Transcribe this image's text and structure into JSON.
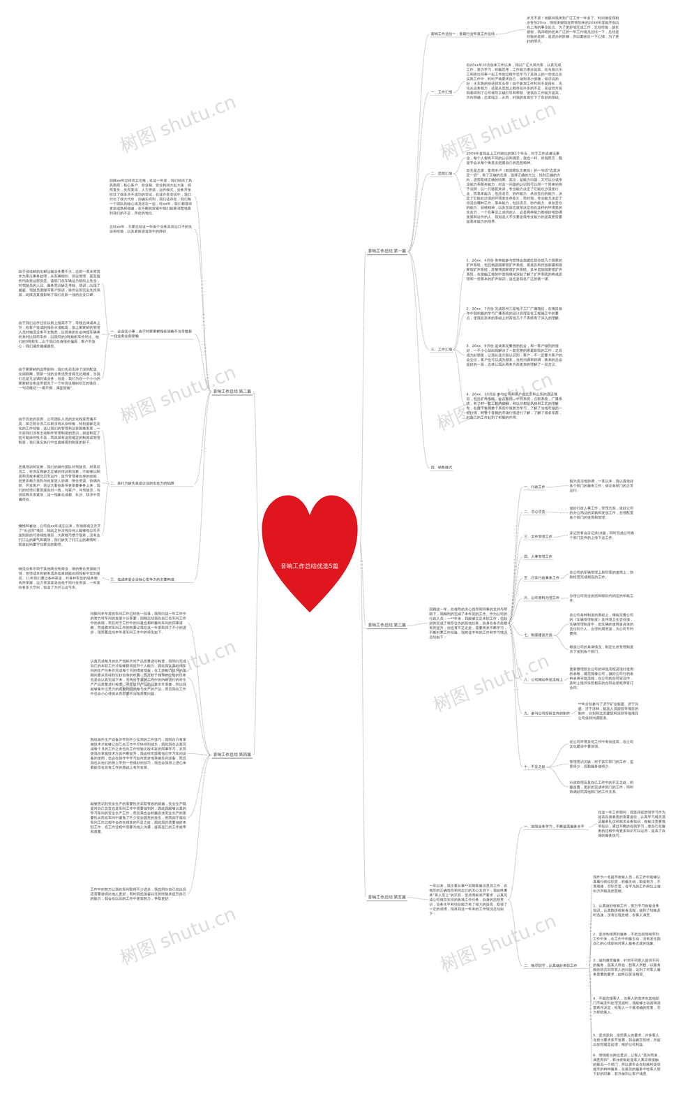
{
  "diagram": {
    "nodes": [
      {
        "text": [
          "音响工作总结优选5篇"
        ]
      },
      {
        "text": [
          "音响工作总结 第一篇"
        ]
      },
      {
        "text": [
          "音响工作总结一：音箱行业年度工作总结"
        ]
      },
      {
        "text": [
          "岁月不居！转眼间我来到广辽工作一年多了。时间催促我初步告别20xx，憧憬美丽我在即将到来的20XX年里能开创出在上海的事业起点。为了更好地完成工作，总结经验，扬长避短，我详细的把来广辽的一年工作情况总结一下，总结是经验的老师，是进步的阶梯，所以要收拾一下心情，为了更好的明天。"
        ]
      },
      {
        "text": [
          "一、工作汇报"
        ]
      },
      {
        "text": [
          "自20xx年10月份来工作以来，我以广辽大局为重，认真完成工作，努力学习，积极思考，工作能力逐步提高。在与展示王工和路仕同事一起工作的过程中也学习了其身上的一些优点在实践工作中，时时严格要求自己，做到谨小慎微，俗话说的好：火车跑的快还得车头带！由于参加工作时间不是很长，无论从业务能力，还是从思想上都存在许多的不足，在这些方面我都得到了公司领导正确引导和帮助，使我在工作能力提高，方向明确，态度端正，从而，对我的发展打下了良好的基础。"
        ]
      },
      {
        "text": [
          "二、思想汇报"
        ]
      },
      {
        "text": [
          "20XX年是我走上工作岗位的第1个年头，对于工作或者说事业，每个人都有不同的认识和感受，我也一样。对我而言，既是学会从每个角度去把握自己的思想精神。"
        ]
      },
      {
        "text": [
          "首先是态度，套用米卢（前国家队主教练）的一句话“态度决定一切”，有了正确的态度，选择正确的方法，找到正确的方向，进而取得正确的结果。其次，是能力问题，又可以分成专业能力和基本能力，对这一问题的认识我可以用一个简单的例子说明：以一只骆驼来讲，专业能力决定了它能在沙漠里行走，而基本能力，包括语言、协作能力、承担责任的能力，决定了它能在沙漠的环境里生存多久，而对我，专业能力决定了你适合哪种工作，基本能力，包括语言、协作能力、承担责任的能力、容错精神，以及宽容态度等决定你在这样的环境里的生命力，一个在事业上成功的人，必是两种能力都很好地协调发展和运作的人。我知道人不仅要提我专业能力的提高更应要提基本能力的培养。"
        ]
      },
      {
        "text": [
          "三、工作汇报"
        ]
      },
      {
        "text": [
          "1、20xx、4月份 有幸能参与世博会加建红联合馆几个国家的扩声系统，包括精选国家馆扩声系统、基座及和控放新疆和国家馆扩声系统，苏黎博国家馆扩声系统、多米尼加国家馆扩声系统，在接触工程的中使我领域深刻了解了扩声系统的构成原理和一些基本的扩声知识，这也是我在广辽的第一课。"
        ]
      },
      {
        "text": [
          "2、20xx、7月份 完成苏州三星电子工厂广播项目，在项目操作中我积极的学习广播系统的设计原理及在工程施工中的要点，使我在原来的基础上对其他几个子系统有了深入的理解。"
        ]
      },
      {
        "text": [
          "3、20xx、9月份 追谈浆泥餐例的机会，和一客户做到的很好，一不小心就由我解决了一套完整的家庭影院的工作，之后成为好朋友，让我从这方面认识到，客户，不一定要大客户的会交往，客户也可以成为朋友，当然沟通和协调，换来的总会是好的一面，总体让我从商务方面更加的理解了一层含义。"
        ]
      },
      {
        "text": [
          "4、20xx、10月份 参与公司和客户在北京和山东的酒店项目，包括扩声系统，会议系统，中控系统，点歌系统，广播系统，有了对一套工程的接触，和以往都是风格和工艺的理解中，在接下来的整个系统中我努力学习，了解了当地市场的一些行情，对整个音频的市场行情进行了解，了解了很多东西，对自己的工作起到了积极的作用。"
        ]
      },
      {
        "text": [
          "四、销售模式"
        ]
      },
      {
        "text": [
          "音响工作总结 第二篇"
        ]
      },
      {
        "text": [
          "回顾xx年过得充实无悔，在这一年里，我们经历了风风雨雨，核心客户、营业额、营业利润大起大落，得而复失，失而复得，人力资源，运作模式，业务开发经过了很多并不成功的尝试，在这许多尝试中，我们付出了很大代价，但确实得到，我们还存在，我们每一个团队的核心成员还在一起，经xx年，我们都显得更加成熟和稳健，在不断的探索中我们能更清楚地看到我们的不足，所处的地位。"
        ]
      },
      {
        "text": [
          "总结xx年，主要总结这一年各个业务及营运口子的失误和经验，以及避前进道路中的障碍。"
        ]
      },
      {
        "text": [
          "一、企业无小事，由于对家家鲜报价策略不当导致新一佳业务全面皆输"
        ]
      },
      {
        "text": [
          "由于佳佳鲜的生鲜运输业务量不大，总部一直未将其作为重点事务处理，从车辆组织、营运管理、甚至报价均由营运部负责。该部门在车辆运力组织上失当，对驾驶员的人品、服务意识缺乏考核、培训，出现了被盗、驾驶员测报等客户投诉，操作运营完全失控局面，此情况直接影响了我们在新一佳的企业口碑。"
        ]
      },
      {
        "text": [
          "由于我们运作过往以前上报高不下，导致总体成本上升，给客户造成的报价水涨船高，加上家家鲜的管理人员对物流业务不太熟悉，以简单的社会询报车辆单价来对比我司车价，以我司的3吨厢柜车价对比，他们的3吨柜车，出于我们自身报价偏高，客户不放心，我们减价越减越价。"
        ]
      },
      {
        "text": [
          "由于家家鲜的连带影响，我们先后丢掉了深圳配送、全国联网，而新一佳的业务优势变得无比艰难，当我们总是无法调到该业务，但是，我们为在一个小小的家家鲜业务连带损失了一个年营业额800万的项目，一句话概括“一着不慎，满盘皆输”。"
        ]
      },
      {
        "text": [
          "二、执行力缺失就是企业的生命力的陷阱"
        ]
      },
      {
        "text": [
          "由于历史的原因，公司团队人员的文化程度普遍不高，加之部分员工以前没有从业经验，特别是缺乏文化的工作经验，这让我们的管理和运营困难重重，一方面我们没有主动制作管理制度的意识，就是制定了也可能操作性不高，而就算有这些规定的制度或管理制度，我们落实执行中也很难看到制度的影子。"
        ]
      },
      {
        "text": [
          "忽视培训和宣教，我们的操作团队对驾驶员、对基层员工，对供应商缺乏足够的培训和宣教，不能够以制度和流程来规范日常运作，提升管理者自身的效能，把更多精力放到与收发货人协调、整合资源、协调内部、开发客户、营运方案创新等更重要事务上来，我们的经理们要直接面对一线，与客户，与驾驶员，与供应商关系紧张，这一现象在成都、长沙、联洋中普遍存在。"
        ]
      },
      {
        "text": [
          "懒惰和被动，公司自xx年成立以来，市场部成立并开了“长沙库”项目，除此之外没有任何人能够给公司开发到新的可持续性项目，大家都习惯于现有，没有去打江山的豪气和紧张，我们缺失了打江山的豪情时，那就起码要守住家业的勤劳。"
        ]
      },
      {
        "text": [
          "三、低成本是企业核心竞争力的主要构成"
        ]
      },
      {
        "text": [
          "物流业务不同于其他商业性商业，谁的整合资源能力强，管理成本和财务成本低谁就能在招投标中笑到最后。11年我们遭过各种渠道，对各种车型的成本都有所掌握，运力资源渠道远低于同行业资源，一年里你有多大空间，知道了为什么会亏本。"
        ]
      },
      {
        "text": [
          "音响工作总结 第三篇"
        ]
      },
      {
        "text": [
          "回顾这一年，在领导的关心指导和同事的支持与帮助下，我顺利的完成了本年度的工作。作为公司的行政人员，一**年来，我能够立足本职工作，也较好的完成了领导交办的其他任务，自身在各方面都有所提升，但也有不足之处，需要将来不断学习，不断积累工作经验，现将这半年的工作和学习情况总结如下："
        ]
      },
      {
        "text": [
          "一、行政工作"
        ]
      },
      {
        "text": [
          "较为灵活地协调，一直以来，我认真做好各个部门的服务工作，保证各部门的正常运行。"
        ]
      },
      {
        "text": [
          "二、尽心尽责"
        ]
      },
      {
        "text": [
          "做好行政人事工作，管理方面，做好公司的办公用品的采购和发放工作，合理配置各个部门的使用和管理。"
        ]
      },
      {
        "text": [
          "三、文件管理工作"
        ]
      },
      {
        "text": [
          "采记所有会议记录18篇，同时完成公司各个部门文件的上传下达工作。"
        ]
      },
      {
        "text": [
          "四、人事管理工作"
        ]
      },
      {
        "text": [
          "五、日常行政事务工作"
        ]
      },
      {
        "text": [
          "在公司的车辆管理上和印章的使用上，协助经理完成相应的工作。"
        ]
      },
      {
        "text": [
          "六、公司资料办理工作"
        ]
      },
      {
        "text": [
          "办理公司营业执照和组织代码证的年检工作。"
        ]
      },
      {
        "text": [
          "七、制度建设方面"
        ]
      },
      {
        "text": [
          "在公司各种制度的基础上，继续完善公司的《车辆管理制度》及环境卫生责任项，车辆管理制度中，把车辆的使用落具体的责任到个人，合理利用资源，为公司节约费用。"
        ]
      },
      {
        "text": [
          "根据公司的具体情况，制定出差管理制度并下发到各个部门。"
        ]
      },
      {
        "text": [
          "八、公司网站申批流程上"
        ]
      },
      {
        "text": [
          "更新整理部分公司的审批流程及现行使用的表格，规范报修公司，做好公司行的各种表单审批流程，在公司的合同审议中，及时上报并按照相应的合同会签程序签订合同。"
        ]
      },
      {
        "text": [
          "九、参与公司投标文件的制作"
        ]
      },
      {
        "text": [
          "**年分别参与了济宁矿业集团、济宁兴盛、济宁凉林，能及人员固投等项目的制作，分别和北京建筑和深圳等地项目公司保持沟通联系。"
        ]
      },
      {
        "text": [
          "十、不足之处"
        ]
      },
      {
        "text": [
          "在公司环境美化工作中有待提高，在公司文化建设中要加强。"
        ]
      },
      {
        "text": [
          "管理意识欠缺，对于其它部门的工作，监督得少，后勤服务做得少。"
        ]
      },
      {
        "text": [
          "行政助理应是自己工作中的不足之处，积极改善，更好的完成本部门的工作，同时协调好同其他部门的工作关系。"
        ]
      },
      {
        "text": [
          "音响工作总结 第四篇"
        ]
      },
      {
        "text": [
          "转眼间本年度的车间工作已经告一段落，我明白这一年工作中的努力对车间的发展十分重要，回顾总结我在自己在车间工作中的表现，而且对于工作中的问题也都积极向车间的同事请教，凭借着对车间工作的热爱让我在这一年里取得了不小的进步，现简要总结本年度车间工作中的得失如下。"
        ]
      },
      {
        "text": [
          "认真完成每月的生产指标并对产品质量进行检查，我明白完成自己的本职工作才能够获得提升个人能力，因此我认真对待车间的生产任务并完成每个月的绩效指标，在工作能力提升的这期间要从而得到打好自身的积累，而且对于领导的交给的任务也是会认真完成下来，另外对于我的工作中的内容进行的对生产产品质量进行检查，毕竟提升产品的品质非常重要，所以我能够集中注意力的观察到我的每个生产的产品，而且我在工作中也会小心谨慎从而尽量不出现质量问题。"
        ]
      },
      {
        "text": [
          "熟练操作生产设备并学到不少实用的工作技巧，我明白只有掌握技术才能够让自己在工作中尽快得到成长，因此我在认真完成每个月的工作之余也向工作经验比较丰富的同事学习，从而使我在掌握技术方面不断提升，我会经常跟着他们学习车间设备的使用，也会在操作中学习如何更好地掌握车间设备，而且我也从他们的身上学到一些很好的技巧，我也会保持上进心来看能否在原有工作的基础上有所发展。"
        ]
      },
      {
        "text": [
          "能够意识到安全生产的重要性并采取有效的措施，安全生产既是对自己负责也是车间工作中需要做到的，因此我能够认真的学习车间的安全生产工作，而且我也会积极宣传安全生产的重要性从而在车间中避免了不少安全隐患的发生，然而由于我在车间工作过程中会存在很多的不足之处，因此我仍需要做好本职工作，在工作过程中需要与他人沟通，提高自己的工作效率和质量。"
        ]
      },
      {
        "text": [
          "工作中的努力让我在车间取得不少进步，我也明白自己在以后还需要做得比他人更好，有时我也借鉴以往的经验来提升自己的能力，我会在以后的工作中更加努力，争取更好。"
        ]
      },
      {
        "text": [
          "音响工作总结 第五篇"
        ]
      },
      {
        "text": [
          "一年以来，我主要从事**后期客服信息员工作，在领导的正确指导和同志们的关心支持下，我始终秉承“客人至上”的宗旨，坚持用标准严要求，认真完成公司领导安排的各项工作任务，自身的思想意识，业务水平和综合能力有了很大的提高，取得了一定的成绩，现将我这一年来的工作情况总结如下："
        ]
      },
      {
        "text": [
          "一、加强业务学习，不断提高服务水平"
        ]
      },
      {
        "text": [
          "在这一年工作期间，我坚持把加强学习作为提高自身素质的重要途径，认真学习相关酒店服务礼仪和相关业务知识，收银注意事项等知识，通过不断的自我学习，使自己在服务的过程中有更多知识可以运用，提高了自身的服务技巧。"
        ]
      },
      {
        "text": [
          "二、恪尽职守，认真做好本职工作"
        ]
      },
      {
        "text": [
          "我作为一名超市收银人员，在工作中能够认真履行岗位职责，积极主动，勤奋努力，不畏艰难，尽职尽责，在平凡的工作岗位上做出力所能及的贡献。"
        ]
      },
      {
        "text": [
          "1、认真做好收银工作，努力学习收银业务知识，认真熟练收银各流程，做到了结账及时迅速，没有出现差错，令客人满意。"
        ]
      },
      {
        "text": [
          "2、坚持热情周到服务，不把负面情绪带到工作中来，在工作中积极主动，没有发生因自己的心情影响对客人服务态度的现象。"
        ]
      },
      {
        "text": [
          "3、做到微笑服务，针对不同客人提供不同的服务，急客人所急，想客人所想，以最有效的语言回答客人的问题，达到了对客人服务质量的要求，始终以笑容相迎。"
        ]
      },
      {
        "text": [
          "4、不能怠慢客人，当客人的需求在其他部门不能及时处理完成时，我能够主动咨询清楚再作决定，给客人一个最准确的答复，尽力帮助客人。"
        ]
      },
      {
        "text": [
          "5、坚持原则，按照客人的要求，许多客人在前台要求多开发票，我会婉言拒绝，并提出按照规定处理，维护公司利益。"
        ]
      },
      {
        "text": [
          "6、增强前台岗位意识，让客人“高兴而来，满意而归”，前台收银处是客人离店前接触的最后一个部门，所以通常会在结账时提供超市的种种服务，在最后的服务中给客人留下好的印象，努力做到让客户满意。"
        ]
      }
    ],
    "edges": [
      {
        "from": 0,
        "to": 1,
        "arrow": "none"
      },
      {
        "from": 0,
        "to": 15,
        "arrow": "none"
      },
      {
        "from": 0,
        "to": 28,
        "arrow": "none"
      },
      {
        "from": 0,
        "to": 52,
        "arrow": "none"
      },
      {
        "from": 0,
        "to": 58,
        "arrow": "none"
      },
      {
        "from": 1,
        "to": 2,
        "arrow": "none"
      },
      {
        "from": 1,
        "to": 4,
        "arrow": "none"
      },
      {
        "from": 1,
        "to": 6,
        "arrow": "none"
      },
      {
        "from": 1,
        "to": 9,
        "arrow": "none"
      },
      {
        "from": 1,
        "to": 14,
        "arrow": "none"
      },
      {
        "from": 2,
        "to": 3,
        "arrow": "none"
      },
      {
        "from": 4,
        "to": 5,
        "arrow": "none"
      },
      {
        "from": 6,
        "to": 7,
        "arrow": "none"
      },
      {
        "from": 6,
        "to": 8,
        "arrow": "none"
      },
      {
        "from": 9,
        "to": 10,
        "arrow": "none"
      },
      {
        "from": 9,
        "to": 11,
        "arrow": "none"
      },
      {
        "from": 9,
        "to": 12,
        "arrow": "none"
      },
      {
        "from": 9,
        "to": 13,
        "arrow": "none"
      },
      {
        "from": 15,
        "to": 16,
        "arrow": "none"
      },
      {
        "from": 15,
        "to": 17,
        "arrow": "none"
      },
      {
        "from": 15,
        "to": 18,
        "arrow": "none"
      },
      {
        "from": 15,
        "to": 22,
        "arrow": "none"
      },
      {
        "from": 15,
        "to": 26,
        "arrow": "none"
      },
      {
        "from": 18,
        "to": 19,
        "arrow": "none"
      },
      {
        "from": 18,
        "to": 20,
        "arrow": "none"
      },
      {
        "from": 18,
        "to": 21,
        "arrow": "none"
      },
      {
        "from": 22,
        "to": 23,
        "arrow": "none"
      },
      {
        "from": 22,
        "to": 24,
        "arrow": "none"
      },
      {
        "from": 22,
        "to": 25,
        "arrow": "none"
      },
      {
        "from": 26,
        "to": 27,
        "arrow": "none"
      },
      {
        "from": 28,
        "to": 29,
        "arrow": "none"
      },
      {
        "from": 29,
        "to": 30,
        "arrow": "none"
      },
      {
        "from": 29,
        "to": 32,
        "arrow": "none"
      },
      {
        "from": 29,
        "to": 34,
        "arrow": "none"
      },
      {
        "from": 29,
        "to": 36,
        "arrow": "none"
      },
      {
        "from": 29,
        "to": 37,
        "arrow": "none"
      },
      {
        "from": 29,
        "to": 39,
        "arrow": "none"
      },
      {
        "from": 29,
        "to": 41,
        "arrow": "none"
      },
      {
        "from": 29,
        "to": 44,
        "arrow": "none"
      },
      {
        "from": 29,
        "to": 46,
        "arrow": "none"
      },
      {
        "from": 29,
        "to": 48,
        "arrow": "none"
      },
      {
        "from": 30,
        "to": 31,
        "arrow": "none"
      },
      {
        "from": 32,
        "to": 33,
        "arrow": "none"
      },
      {
        "from": 34,
        "to": 35,
        "arrow": "none"
      },
      {
        "from": 37,
        "to": 38,
        "arrow": "none"
      },
      {
        "from": 39,
        "to": 40,
        "arrow": "none"
      },
      {
        "from": 41,
        "to": 42,
        "arrow": "none"
      },
      {
        "from": 41,
        "to": 43,
        "arrow": "none"
      },
      {
        "from": 44,
        "to": 45,
        "arrow": "none"
      },
      {
        "from": 46,
        "to": 47,
        "arrow": "none"
      },
      {
        "from": 48,
        "to": 49,
        "arrow": "none"
      },
      {
        "from": 48,
        "to": 50,
        "arrow": "none"
      },
      {
        "from": 48,
        "to": 51,
        "arrow": "none"
      },
      {
        "from": 52,
        "to": 53,
        "arrow": "none"
      },
      {
        "from": 52,
        "to": 54,
        "arrow": "none"
      },
      {
        "from": 52,
        "to": 55,
        "arrow": "none"
      },
      {
        "from": 52,
        "to": 56,
        "arrow": "none"
      },
      {
        "from": 52,
        "to": 57,
        "arrow": "none"
      },
      {
        "from": 58,
        "to": 59,
        "arrow": "none"
      },
      {
        "from": 59,
        "to": 60,
        "arrow": "none"
      },
      {
        "from": 59,
        "to": 62,
        "arrow": "none"
      },
      {
        "from": 60,
        "to": 61,
        "arrow": "none"
      },
      {
        "from": 62,
        "to": 63,
        "arrow": "none"
      },
      {
        "from": 62,
        "to": 64,
        "arrow": "none"
      },
      {
        "from": 62,
        "to": 65,
        "arrow": "none"
      },
      {
        "from": 62,
        "to": 66,
        "arrow": "none"
      },
      {
        "from": 62,
        "to": 67,
        "arrow": "none"
      },
      {
        "from": 62,
        "to": 68,
        "arrow": "none"
      },
      {
        "from": 62,
        "to": 69,
        "arrow": "none"
      }
    ],
    "labels": [
      "树图 shutu.cn",
      "树图 shutu.cn",
      "树图 shutu.cn",
      "树图 shutu.cn",
      "树图 shutu.cn",
      "树图 shutu.cn",
      "树图 shutu.cn",
      "树图 shutu.cn"
    ]
  }
}
